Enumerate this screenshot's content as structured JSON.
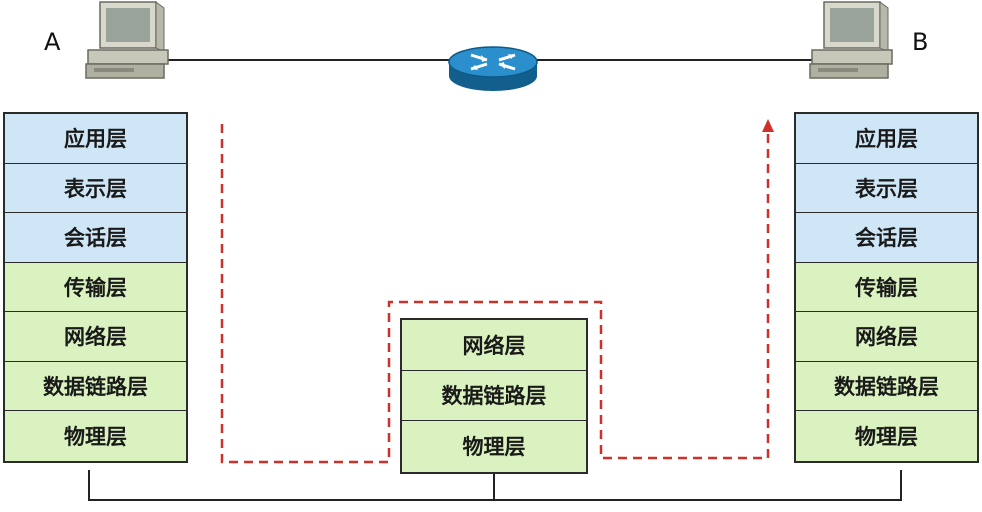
{
  "host_a": {
    "label": "A",
    "layers": [
      "应用层",
      "表示层",
      "会话层",
      "传输层",
      "网络层",
      "数据链路层",
      "物理层"
    ]
  },
  "host_b": {
    "label": "B",
    "layers": [
      "应用层",
      "表示层",
      "会话层",
      "传输层",
      "网络层",
      "数据链路层",
      "物理层"
    ]
  },
  "router": {
    "layers": [
      "网络层",
      "数据链路层",
      "物理层"
    ]
  },
  "colors": {
    "upper_layer_fill": "#cfe6f7",
    "lower_layer_fill": "#daf2bf",
    "data_path": "#d0302a",
    "router_body": "#1e7fb8"
  },
  "icons": [
    "computer-icon",
    "router-icon",
    "computer-icon"
  ]
}
